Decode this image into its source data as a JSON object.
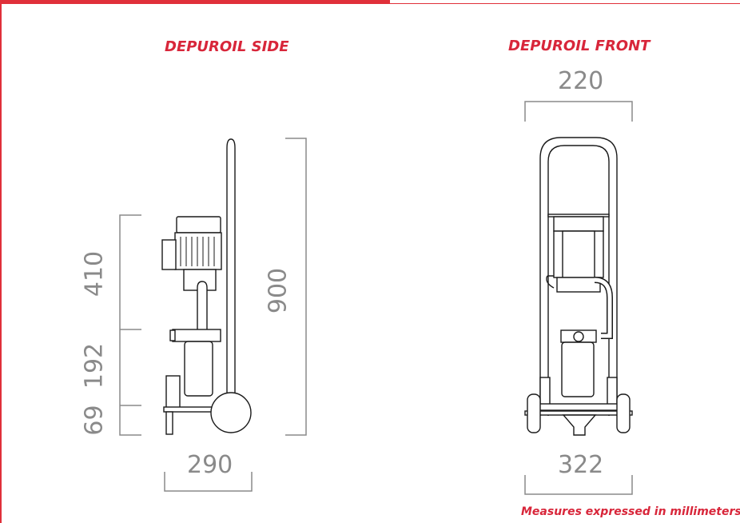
{
  "titles": {
    "side": "DEPUROIL SIDE",
    "front": "DEPUROIL FRONT"
  },
  "dimensions": {
    "side_width": "290",
    "side_height_total": "900",
    "side_motor": "410",
    "side_filter": "192",
    "side_base": "69",
    "front_top_width": "220",
    "front_bottom_width": "322"
  },
  "note": "Measures expressed in millimeters",
  "colors": {
    "accent": "#e0303a",
    "line": "#1a1a1a",
    "dimension": "#8a8a8a"
  }
}
